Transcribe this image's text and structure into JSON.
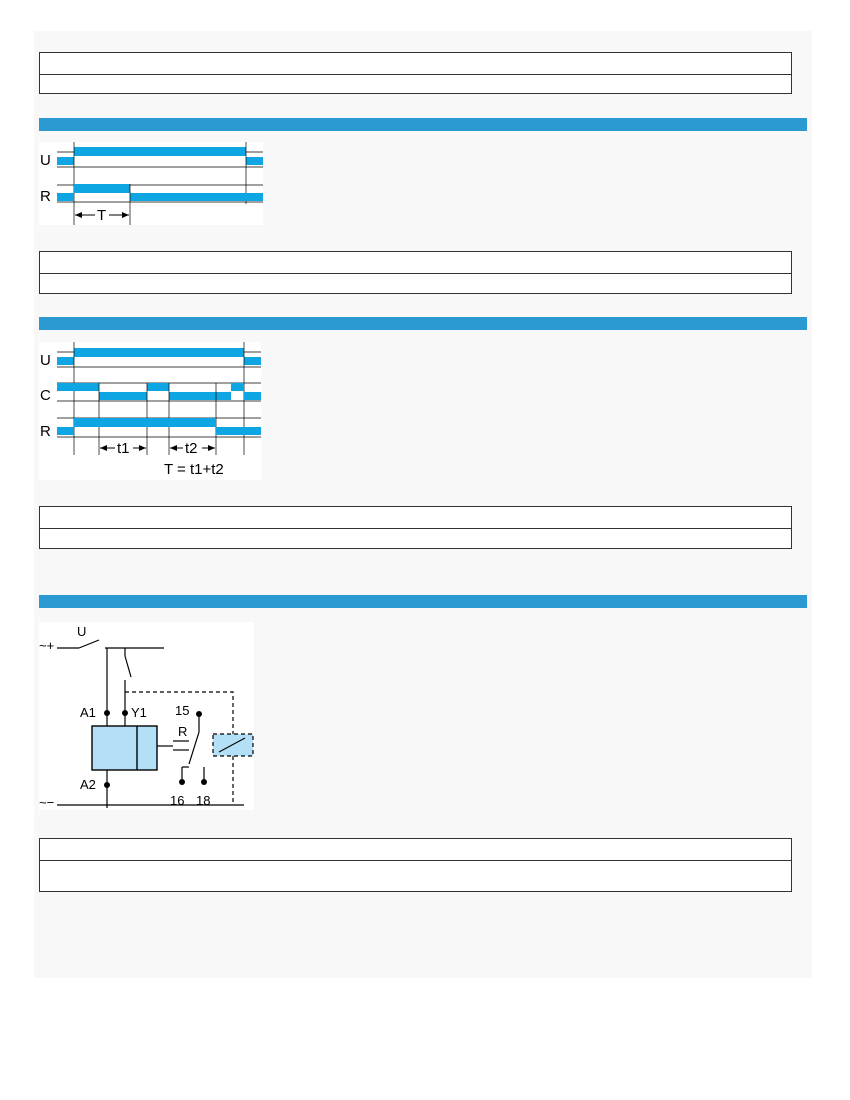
{
  "section1": {
    "table_rows": [
      "",
      ""
    ]
  },
  "section2": {
    "diagram": {
      "label_u": "U",
      "label_r": "R",
      "label_t": "T"
    },
    "table_rows": [
      "",
      ""
    ]
  },
  "section3": {
    "diagram": {
      "label_u": "U",
      "label_c": "C",
      "label_r": "R",
      "label_t1": "t1",
      "label_t2": "t2",
      "formula": "T = t1+t2"
    },
    "table_rows": [
      "",
      ""
    ]
  },
  "section4": {
    "wiring": {
      "supply_top": "~+",
      "supply_bottom": "~−",
      "switch_label": "U",
      "terminal_a1": "A1",
      "terminal_y1": "Y1",
      "terminal_a2": "A2",
      "relay_label": "R",
      "contact_15": "15",
      "contact_16": "16",
      "contact_18": "18"
    },
    "table_rows": [
      "",
      ""
    ]
  },
  "colors": {
    "band": "#2b9ad2",
    "signal": "#0ea5e3",
    "relay_fill": "#b3e0f7"
  }
}
